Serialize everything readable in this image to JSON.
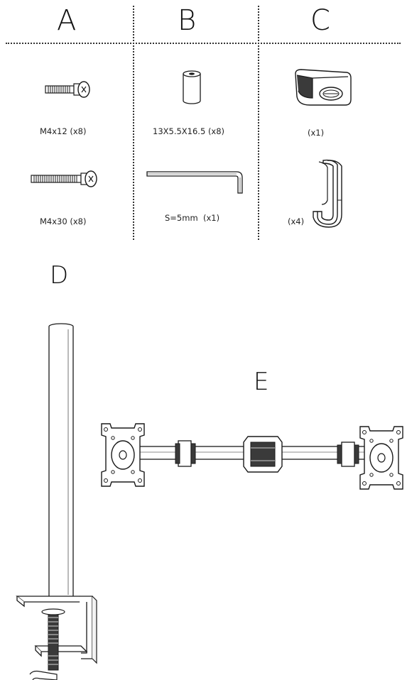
{
  "columns": [
    {
      "letter": "A"
    },
    {
      "letter": "B"
    },
    {
      "letter": "C"
    }
  ],
  "parts": {
    "screw_short": {
      "label": "M4x12 (x8)"
    },
    "screw_long": {
      "label": "M4x30 (x8)"
    },
    "spacer": {
      "label": "13X5.5X16.5 (x8)"
    },
    "hex_key": {
      "label": "S=5mm  (x1)"
    },
    "cable_clip": {
      "label": "(x1)"
    },
    "cable_hook": {
      "label": "(x4)"
    }
  },
  "sections": {
    "pole": {
      "letter": "D"
    },
    "arm": {
      "letter": "E"
    }
  },
  "colors": {
    "line": "#1a1a1a",
    "fill_dark": "#3a3a3a",
    "fill_light": "#f2f2f2"
  }
}
